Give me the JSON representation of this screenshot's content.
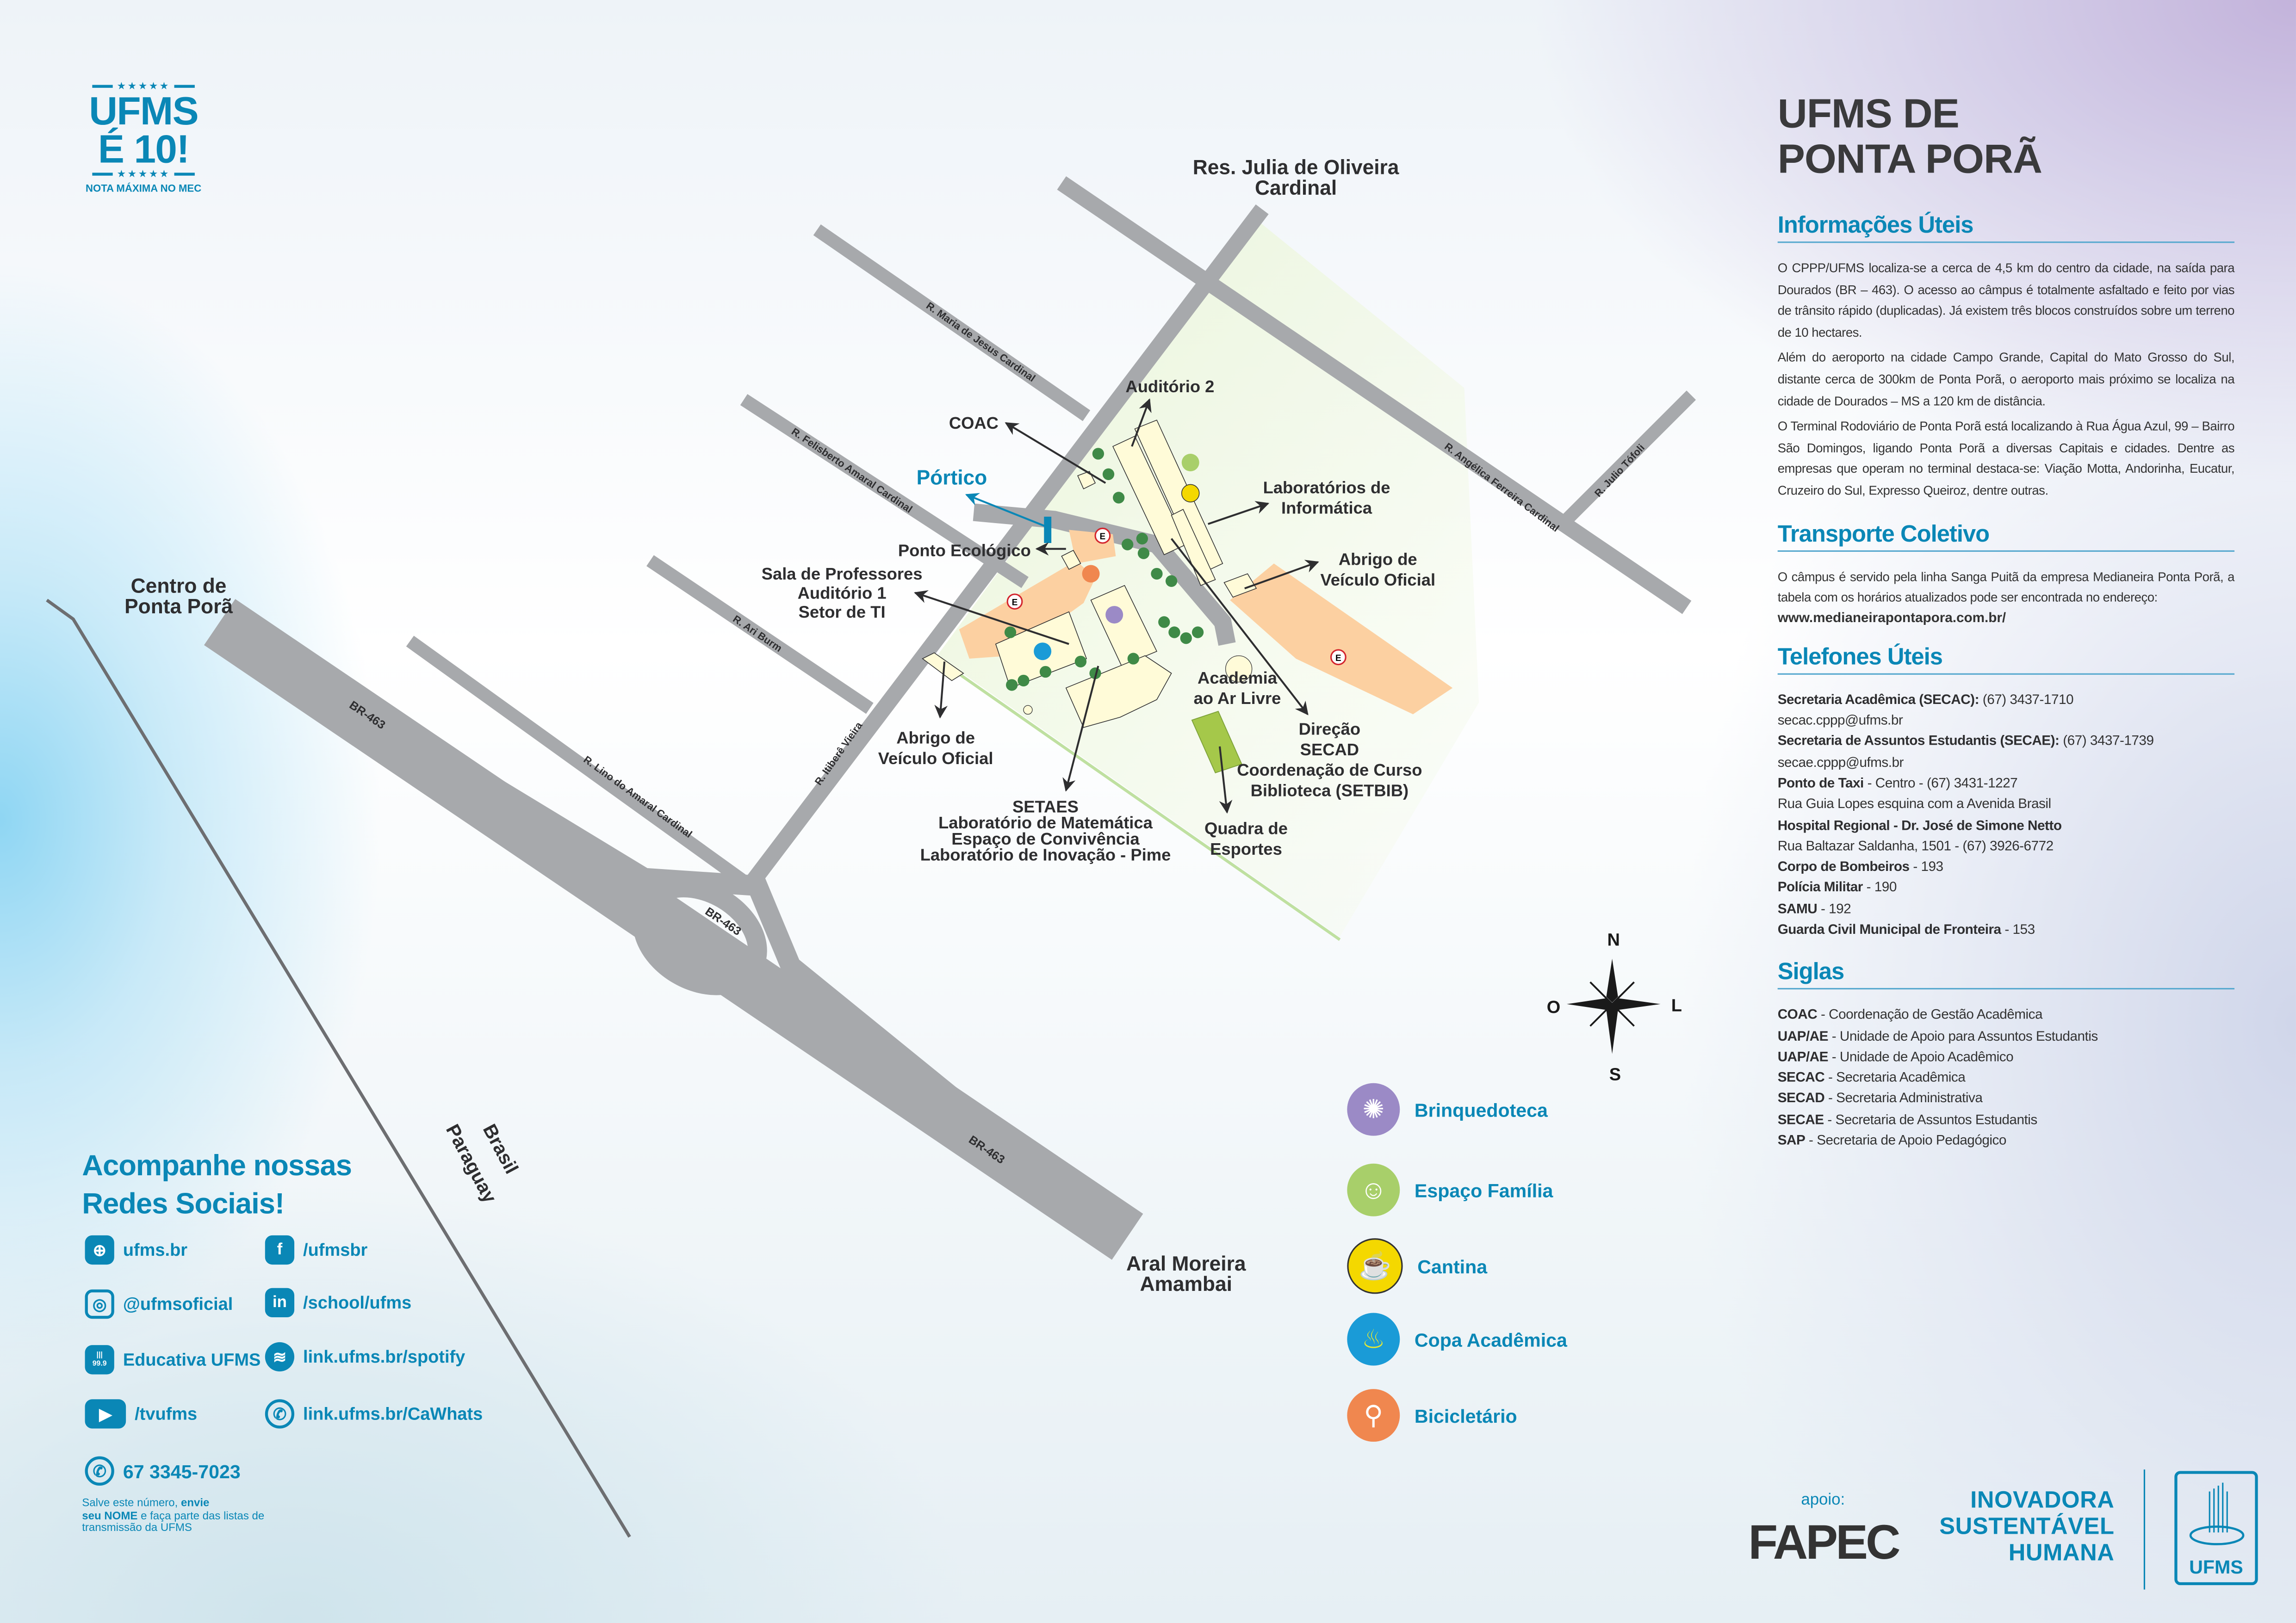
{
  "badge": {
    "line1": "UFMS",
    "line2": "É 10!",
    "stars": "★★★★★",
    "caption": "NOTA MÁXIMA NO MEC"
  },
  "title": {
    "line1": "UFMS DE",
    "line2": "PONTA PORÃ"
  },
  "info": {
    "heading": "Informações Úteis",
    "paragraphs": [
      "O CPPP/UFMS localiza-se a cerca de 4,5 km do centro da cidade, na saída para Dourados (BR – 463). O acesso ao câmpus é totalmente asfaltado e feito por vias de trânsito rápido (duplicadas). Já existem três blocos construídos sobre um terreno de 10 hectares.",
      "Além do aeroporto na cidade Campo Grande, Capital do Mato Grosso do Sul, distante cerca de 300km de Ponta Porã, o aeroporto mais próximo se localiza na cidade de Dourados – MS a 120 km de distância.",
      "O Terminal Rodoviário de Ponta Porã está localizando à Rua Água Azul, 99 – Bairro São Domingos, ligando Ponta Porã a diversas Capitais e cidades. Dentre as empresas que operam no terminal destaca-se: Viação Motta, Andorinha, Eucatur, Cruzeiro do Sul, Expresso Queiroz, dentre outras."
    ]
  },
  "transport": {
    "heading": "Transporte Coletivo",
    "text": "O câmpus é servido pela linha Sanga Puitã da empresa Medianeira Ponta Porã, a tabela com os horários atualizados pode ser encontrada no endereço:",
    "url": "www.medianeirapontapora.com.br/"
  },
  "phones": {
    "heading": "Telefones Úteis",
    "lines": [
      {
        "bold": "Secretaria Acadêmica (SECAC):",
        "text": " (67) 3437-1710"
      },
      {
        "bold": "",
        "text": "secac.cppp@ufms.br"
      },
      {
        "bold": "Secretaria de Assuntos Estudantis (SECAE):",
        "text": " (67) 3437-1739"
      },
      {
        "bold": "",
        "text": "secae.cppp@ufms.br"
      },
      {
        "bold": "Ponto de Taxi",
        "text": " - Centro - (67) 3431-1227"
      },
      {
        "bold": "",
        "text": "Rua Guia Lopes esquina com a Avenida Brasil"
      },
      {
        "bold": "Hospital Regional - Dr. José de Simone Netto",
        "text": ""
      },
      {
        "bold": "",
        "text": "Rua Baltazar Saldanha, 1501 - (67) 3926-6772"
      },
      {
        "bold": "Corpo de Bombeiros",
        "text": " - 193"
      },
      {
        "bold": "Polícia Militar",
        "text": " - 190"
      },
      {
        "bold": "SAMU",
        "text": " - 192"
      },
      {
        "bold": "Guarda Civil Municipal de Fronteira",
        "text": " - 153"
      }
    ]
  },
  "acronyms": {
    "heading": "Siglas",
    "lines": [
      {
        "bold": "COAC",
        "text": " - Coordenação de Gestão Acadêmica"
      },
      {
        "bold": "UAP/AE",
        "text": " - Unidade de Apoio para Assuntos Estudantis"
      },
      {
        "bold": "UAP/AE",
        "text": " - Unidade de Apoio Acadêmico"
      },
      {
        "bold": "SECAC",
        "text": " - Secretaria Acadêmica"
      },
      {
        "bold": "SECAD",
        "text": " - Secretaria Administrativa"
      },
      {
        "bold": "SECAE",
        "text": " - Secretaria de Assuntos Estudantis"
      },
      {
        "bold": "SAP",
        "text": " - Secretaria de Apoio Pedagógico"
      }
    ]
  },
  "map": {
    "places": {
      "res_julia": [
        "Res. Julia de Oliveira",
        "Cardinal"
      ],
      "centro": [
        "Centro de",
        "Ponta Porã"
      ],
      "aral": [
        "Aral Moreira",
        "Amambai"
      ],
      "brasil": "Brasil",
      "paraguay": "Paraguay"
    },
    "roads": {
      "maria": "R. Maria de Jesus Cardinal",
      "felisberto": "R. Felisberto Amaral Cardinal",
      "ari": "R. Ari Burm",
      "itibere": "R. Itiberê Vieira",
      "lino": "R. Lino do Amaral Cardinal",
      "angelica": "R. Angélica Ferreira Cardinal",
      "julio": "R. Julio Tófoli",
      "br": "BR-463"
    },
    "parking": "E",
    "labels": {
      "auditorio2": [
        "Auditório 2"
      ],
      "coac": [
        "COAC"
      ],
      "portico": [
        "Pórtico"
      ],
      "labs": [
        "Laboratórios de",
        "Informática"
      ],
      "abrigo_r": [
        "Abrigo de",
        "Veículo Oficial"
      ],
      "ponto": [
        "Ponto Ecológico"
      ],
      "sala": [
        "Sala de Professores",
        "Auditório 1",
        "Setor de TI"
      ],
      "abrigo_l": [
        "Abrigo de",
        "Veículo Oficial"
      ],
      "setaes": [
        "SETAES",
        "Laboratório de Matemática",
        "Espaço de Convivência",
        "Laboratório de Inovação - Pime"
      ],
      "academia": [
        "Academia",
        "ao Ar Livre"
      ],
      "direcao": [
        "Direção",
        "SECAD",
        "Coordenação de Curso",
        "Biblioteca (SETBIB)"
      ],
      "quadra": [
        "Quadra de",
        "Esportes"
      ]
    },
    "compass": {
      "n": "N",
      "s": "S",
      "o": "O",
      "l": "L"
    }
  },
  "legend": [
    {
      "label": "Brinquedoteca",
      "icon": "pinwheel-icon",
      "color": "#9b8ac6"
    },
    {
      "label": "Espaço Família",
      "icon": "family-icon",
      "color": "#a8cf6a"
    },
    {
      "label": "Cantina",
      "icon": "coffee-cup-icon",
      "color": "#f4d800"
    },
    {
      "label": "Copa Acadêmica",
      "icon": "bowl-icon",
      "color": "#1a9bd7"
    },
    {
      "label": "Bicicletário",
      "icon": "bicycle-icon",
      "color": "#f0874f"
    }
  ],
  "social": {
    "heading1": "Acompanhe nossas",
    "heading2": "Redes Sociais!",
    "items": [
      {
        "label": "ufms.br",
        "icon": "globe-icon"
      },
      {
        "label": "/ufmsbr",
        "icon": "facebook-icon"
      },
      {
        "label": "@ufmsoficial",
        "icon": "instagram-icon"
      },
      {
        "label": "/school/ufms",
        "icon": "linkedin-icon"
      },
      {
        "label": "Educativa UFMS",
        "icon": "radio-icon"
      },
      {
        "label": "link.ufms.br/spotify",
        "icon": "spotify-icon"
      },
      {
        "label": "/tvufms",
        "icon": "youtube-icon"
      },
      {
        "label": "link.ufms.br/CaWhats",
        "icon": "whatsapp-icon"
      }
    ],
    "radio_freq": "99.9",
    "phone": "67 3345-7023",
    "note_pre": "Salve este número, ",
    "note_b1": "envie",
    "note_b2": "seu NOME",
    "note_post": " e faça parte das listas de transmissão da UFMS"
  },
  "footer": {
    "apoio": "apoio:",
    "fapec": "FAPEC",
    "slogan": [
      "INOVADORA",
      "SUSTENTÁVEL",
      "HUMANA"
    ],
    "ufms": "UFMS"
  },
  "colors": {
    "brand": "#0a87b6",
    "road": "#a7a9ac",
    "parking": "#fcd0a1",
    "building": "#fffbd8",
    "campus": "#eef7e2",
    "tree": "#3f8a47"
  }
}
